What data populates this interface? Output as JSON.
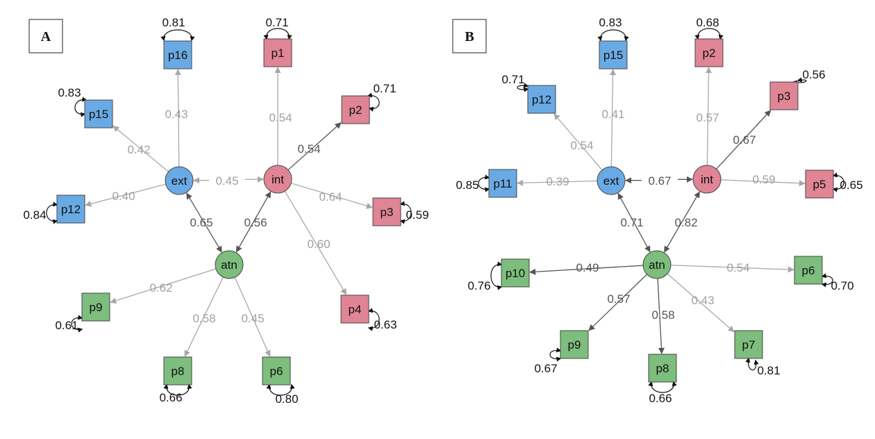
{
  "colors": {
    "ext": "#6aaae4",
    "int": "#df8595",
    "atn": "#7dbd7d",
    "strong": "#555555",
    "weak": "#a8a8a8",
    "strong_text": "#555555",
    "weak_text": "#a0a0a0",
    "residual": "#111111"
  },
  "panels": [
    {
      "label": "A",
      "latents": [
        {
          "id": "ext",
          "label": "ext"
        },
        {
          "id": "int",
          "label": "int"
        },
        {
          "id": "atn",
          "label": "atn"
        }
      ],
      "indicators": [
        {
          "id": "p16",
          "label": "p16",
          "factor": "ext",
          "loading": "0.43",
          "residual": "0.81",
          "strength": "weak"
        },
        {
          "id": "p15",
          "label": "p15",
          "factor": "ext",
          "loading": "0.42",
          "residual": "0.83",
          "strength": "weak"
        },
        {
          "id": "p12",
          "label": "p12",
          "factor": "ext",
          "loading": "0.40",
          "residual": "0.84",
          "strength": "weak"
        },
        {
          "id": "p1",
          "label": "p1",
          "factor": "int",
          "loading": "0.54",
          "residual": "0.71",
          "strength": "weak"
        },
        {
          "id": "p2",
          "label": "p2",
          "factor": "int",
          "loading": "0.54",
          "residual": "0.71",
          "strength": "strong"
        },
        {
          "id": "p3",
          "label": "p3",
          "factor": "int",
          "loading": "0.64",
          "residual": "0.59",
          "strength": "weak"
        },
        {
          "id": "p4",
          "label": "p4",
          "factor": "int",
          "loading": "0.60",
          "residual": "0.63",
          "strength": "weak"
        },
        {
          "id": "p9",
          "label": "p9",
          "factor": "atn",
          "loading": "0.62",
          "residual": "0.61",
          "strength": "weak"
        },
        {
          "id": "p8",
          "label": "p8",
          "factor": "atn",
          "loading": "0.58",
          "residual": "0.66",
          "strength": "weak"
        },
        {
          "id": "p6",
          "label": "p6",
          "factor": "atn",
          "loading": "0.45",
          "residual": "0.80",
          "strength": "weak"
        }
      ],
      "covariances": [
        {
          "from": "ext",
          "to": "int",
          "value": "0.45",
          "strength": "weak"
        },
        {
          "from": "ext",
          "to": "atn",
          "value": "0.65",
          "strength": "strong"
        },
        {
          "from": "int",
          "to": "atn",
          "value": "0.56",
          "strength": "strong"
        }
      ]
    },
    {
      "label": "B",
      "latents": [
        {
          "id": "ext",
          "label": "ext"
        },
        {
          "id": "int",
          "label": "int"
        },
        {
          "id": "atn",
          "label": "atn"
        }
      ],
      "indicators": [
        {
          "id": "p15",
          "label": "p15",
          "factor": "ext",
          "loading": "0.41",
          "residual": "0.83",
          "strength": "weak"
        },
        {
          "id": "p12",
          "label": "p12",
          "factor": "ext",
          "loading": "0.54",
          "residual": "0.71",
          "strength": "weak"
        },
        {
          "id": "p11",
          "label": "p11",
          "factor": "ext",
          "loading": "0.39",
          "residual": "0.85",
          "strength": "weak"
        },
        {
          "id": "p2",
          "label": "p2",
          "factor": "int",
          "loading": "0.57",
          "residual": "0.68",
          "strength": "weak"
        },
        {
          "id": "p3",
          "label": "p3",
          "factor": "int",
          "loading": "0.67",
          "residual": "0.56",
          "strength": "strong"
        },
        {
          "id": "p5",
          "label": "p5",
          "factor": "int",
          "loading": "0.59",
          "residual": "0.65",
          "strength": "weak"
        },
        {
          "id": "p10",
          "label": "p10",
          "factor": "atn",
          "loading": "0.49",
          "residual": "0.76",
          "strength": "strong"
        },
        {
          "id": "p6",
          "label": "p6",
          "factor": "atn",
          "loading": "0.54",
          "residual": "0.70",
          "strength": "weak"
        },
        {
          "id": "p9",
          "label": "p9",
          "factor": "atn",
          "loading": "0.57",
          "residual": "0.67",
          "strength": "strong"
        },
        {
          "id": "p8",
          "label": "p8",
          "factor": "atn",
          "loading": "0.58",
          "residual": "0.66",
          "strength": "strong"
        },
        {
          "id": "p7",
          "label": "p7",
          "factor": "atn",
          "loading": "0.43",
          "residual": "0.81",
          "strength": "weak"
        }
      ],
      "covariances": [
        {
          "from": "ext",
          "to": "int",
          "value": "0.67",
          "strength": "strong"
        },
        {
          "from": "ext",
          "to": "atn",
          "value": "0.71",
          "strength": "strong"
        },
        {
          "from": "int",
          "to": "atn",
          "value": "0.82",
          "strength": "strong"
        }
      ]
    }
  ]
}
